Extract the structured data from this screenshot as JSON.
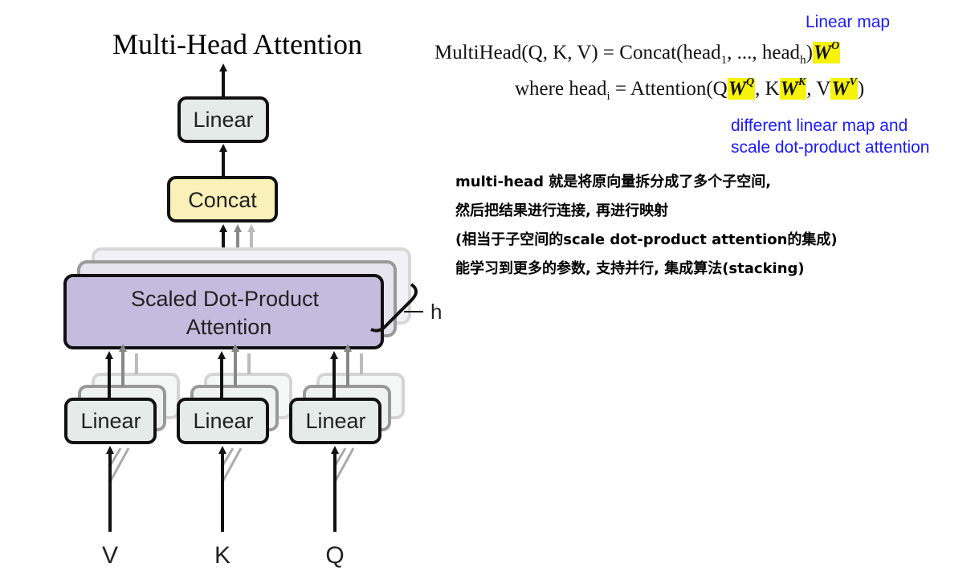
{
  "title": "Multi-Head Attention",
  "diagram": {
    "linear_top": "Linear",
    "concat": "Concat",
    "attention_line1": "Scaled Dot-Product",
    "attention_line2": "Attention",
    "h_label": "h",
    "linear_bottom": [
      "Linear",
      "Linear",
      "Linear"
    ],
    "inputs": [
      "V",
      "K",
      "Q"
    ]
  },
  "colors": {
    "linear_box": "#e4ebe9",
    "concat_box": "#f9f1b8",
    "attention_box": "#c4bcde",
    "highlight": "#f7f20a",
    "annotation_blue": "#1a1aff"
  },
  "annotations": {
    "linear_map": "Linear map",
    "different_1": "different linear map and",
    "different_2": "scale dot-product attention"
  },
  "formula": {
    "line1": {
      "lhs": "MultiHead(Q, K, V) = Concat(head",
      "sub1": "1",
      "mid": ", ..., head",
      "subh": "h",
      "close": ")",
      "w": "W",
      "w_sup": "O"
    },
    "line2": {
      "prefix": "where head",
      "sub_i": "i",
      "eq": " = Attention(Q",
      "wq_sup": "Q",
      "comma_k": ", K",
      "wk_sup": "K",
      "comma_v": ", V",
      "wv_sup": "V",
      "close": ")"
    }
  },
  "notes": [
    "multi-head 就是将原向量拆分成了多个子空间,",
    "然后把结果进行连接, 再进行映射",
    "(相当于子空间的scale dot-product attention的集成)",
    "能学习到更多的参数, 支持并行, 集成算法(stacking)"
  ]
}
